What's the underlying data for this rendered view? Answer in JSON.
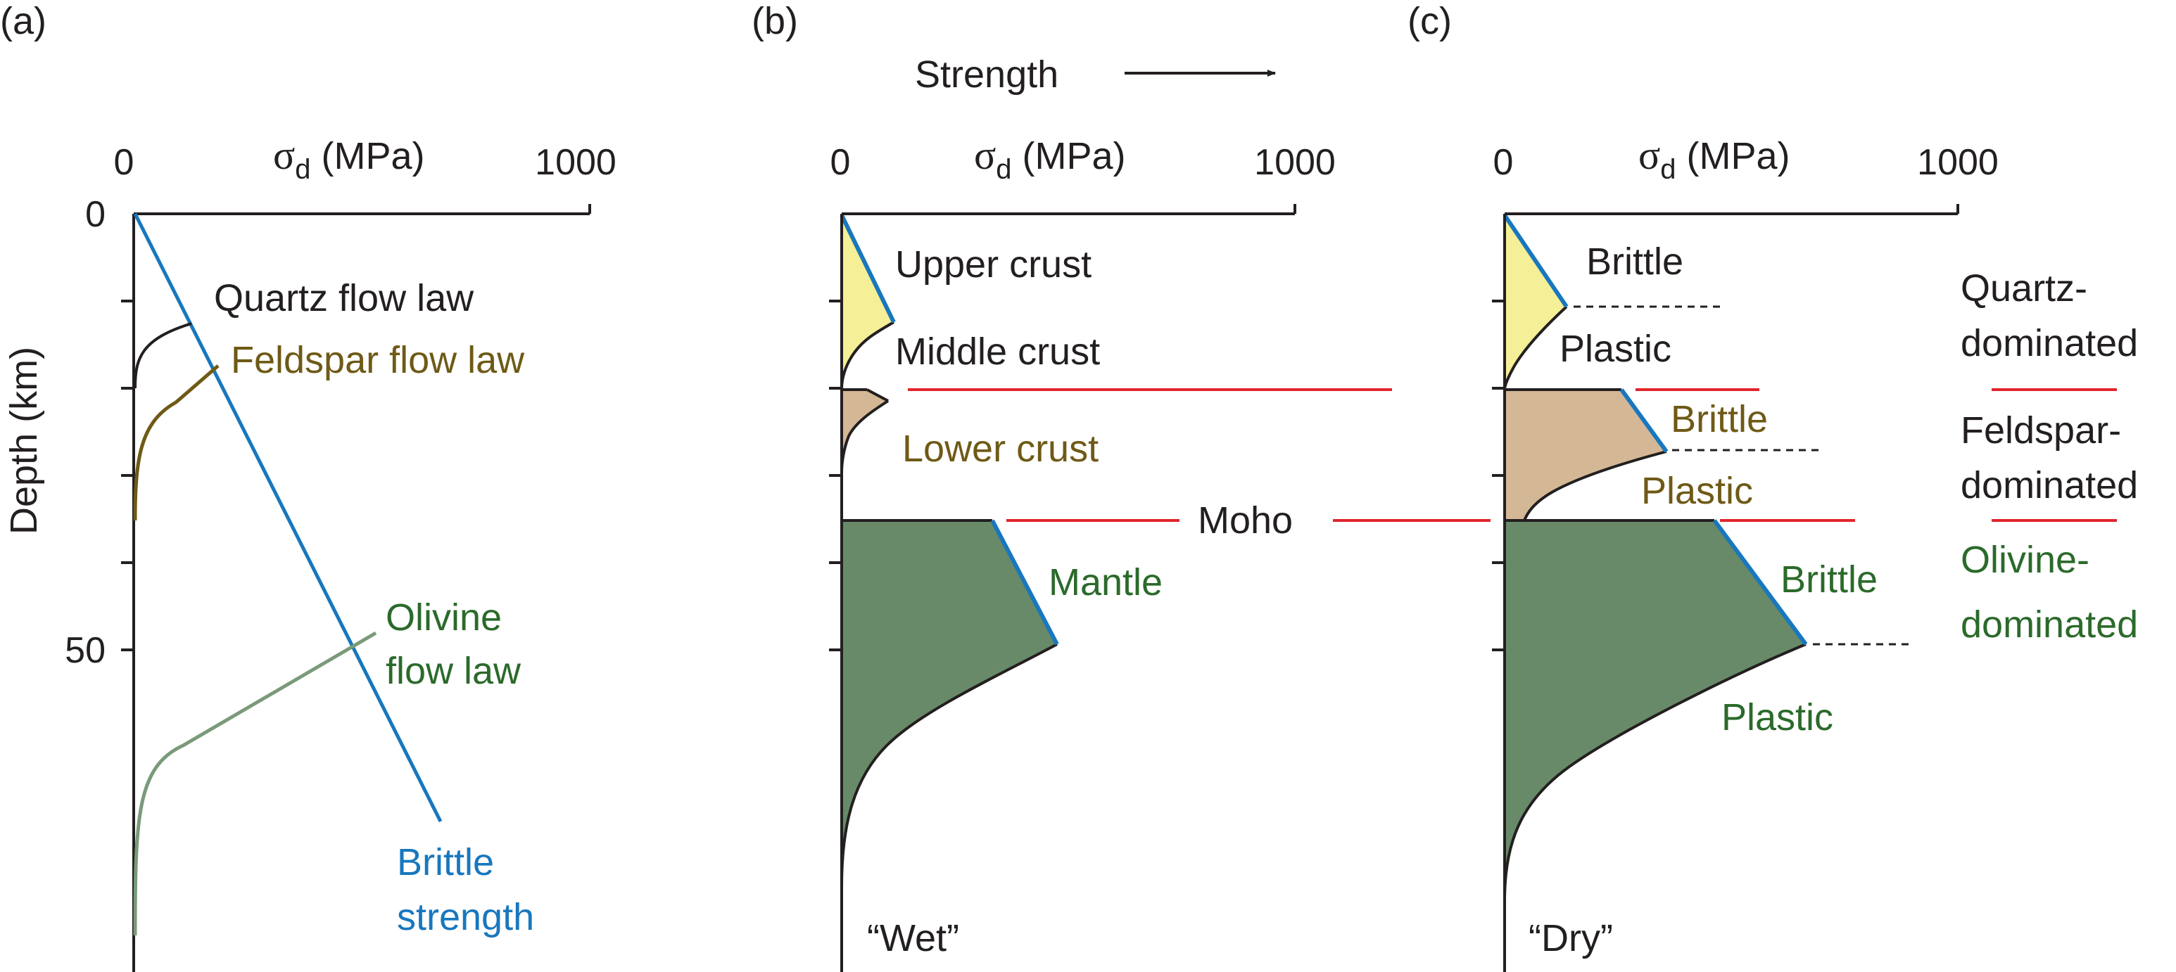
{
  "colors": {
    "brittle_blue": "#1877be",
    "quartz_fill": "#f5ef97",
    "feldspar_fill": "#d4b896",
    "olivine_fill": "#688a68",
    "feldspar_text": "#6e5a16",
    "olivine_text": "#2b6a2b",
    "olivine_curve": "#7a9a7a",
    "red_line": "#e0262d",
    "ink": "#231f20"
  },
  "panel_a": {
    "label": "(a)",
    "sigma": "σ",
    "sigma_sub": "d",
    "unit": " (MPa)",
    "tick_0": "0",
    "tick_1000": "1000",
    "depth_label": "Depth (km)",
    "depth_0": "0",
    "depth_50": "50",
    "quartz": "Quartz flow law",
    "feldspar": "Feldspar flow law",
    "olivine_1": "Olivine",
    "olivine_2": "flow law",
    "brittle_1": "Brittle",
    "brittle_2": "strength"
  },
  "panel_b": {
    "label": "(b)",
    "strength": "Strength",
    "sigma": "σ",
    "sigma_sub": "d",
    "unit": " (MPa)",
    "tick_0": "0",
    "tick_1000": "1000",
    "upper_crust": "Upper crust",
    "middle_crust": "Middle crust",
    "lower_crust": "Lower crust",
    "moho": "Moho",
    "mantle": "Mantle",
    "wet": "“Wet”"
  },
  "panel_c": {
    "label": "(c)",
    "sigma": "σ",
    "sigma_sub": "d",
    "unit": " (MPa)",
    "tick_0": "0",
    "tick_1000": "1000",
    "brittle_q": "Brittle",
    "plastic_q": "Plastic",
    "brittle_f": "Brittle",
    "plastic_f": "Plastic",
    "brittle_o": "Brittle",
    "plastic_o": "Plastic",
    "dry": "“Dry”"
  },
  "right_labels": {
    "quartz_1": "Quartz-",
    "quartz_2": "dominated",
    "feldspar_1": "Feldspar-",
    "feldspar_2": "dominated",
    "olivine_1": "Olivine-",
    "olivine_2": "dominated"
  }
}
